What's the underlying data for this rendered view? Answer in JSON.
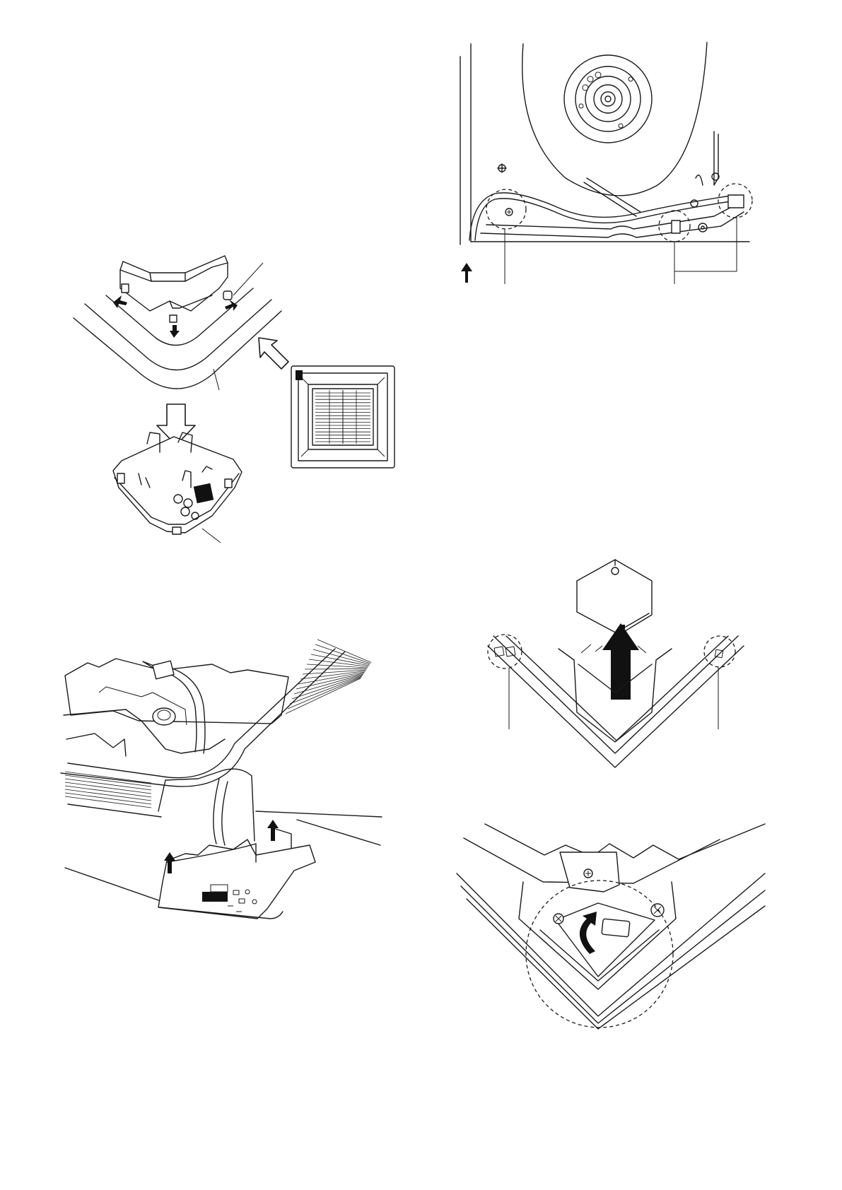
{
  "figures": [
    {
      "id": "panel-corner-assembly",
      "icon": "corner-cover-exploded"
    },
    {
      "id": "fan-wiring-detail",
      "icon": "fan-motor-wiring"
    },
    {
      "id": "wire-routing-receiver",
      "icon": "wire-routing"
    },
    {
      "id": "corner-cover-removal",
      "icon": "corner-cover-lift"
    },
    {
      "id": "corner-screw-detail",
      "icon": "screw-rotate"
    }
  ],
  "colors": {
    "line": "#1a1a1a",
    "background": "#ffffff",
    "fill_dark": "#111111"
  }
}
